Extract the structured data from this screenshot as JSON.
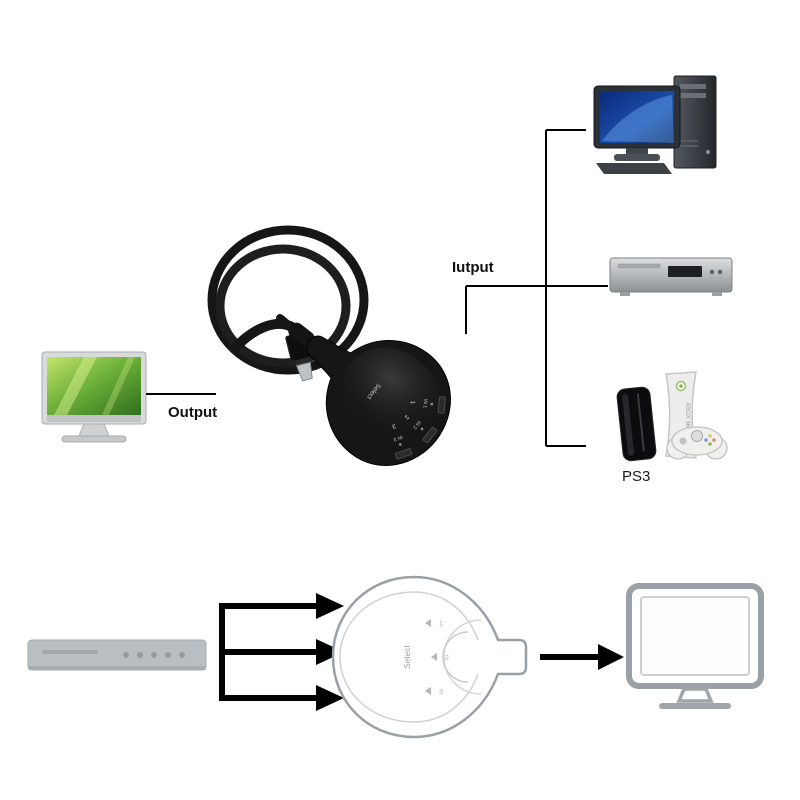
{
  "page": {
    "background": "#ffffff"
  },
  "top_diagram": {
    "output_label": "Output",
    "input_label": "Iutput",
    "ps3_label": "PS3",
    "switch": {
      "select_label": "Select",
      "ports": [
        {
          "num": "1",
          "label": "IN 1"
        },
        {
          "num": "2",
          "label": "IN 2"
        },
        {
          "num": "3",
          "label": "IN 3"
        }
      ]
    },
    "xbox_logo": "XBOX 360"
  },
  "bottom_diagram": {
    "switch": {
      "select_label": "Select",
      "ports": [
        "1",
        "2",
        "3"
      ]
    }
  },
  "colors": {
    "line": "#000000",
    "switch_body": "#161616",
    "gray_device": "#b9bec2",
    "outline_gray": "#9aa0a5",
    "xbox_green": "#76b043"
  }
}
